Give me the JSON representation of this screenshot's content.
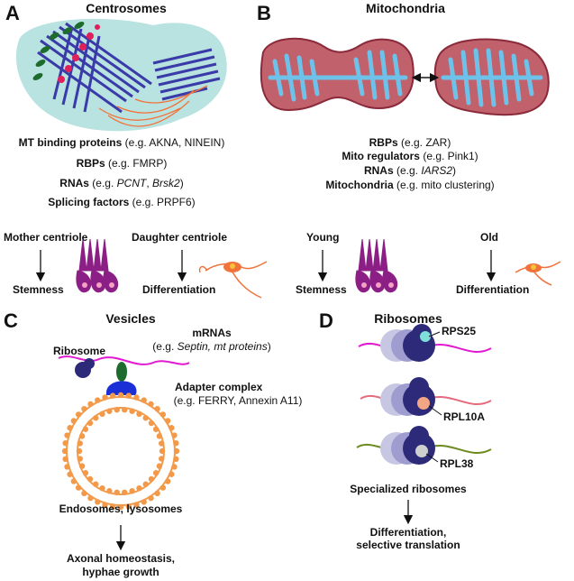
{
  "panelA": {
    "letter": "A",
    "title": "Centrosomes",
    "lines": [
      {
        "bold": "MT binding proteins",
        "rest": " (e.g. AKNA, NINEIN)"
      },
      {
        "bold": "RBPs",
        "rest": " (e.g. FMRP)"
      },
      {
        "bold": "RNAs",
        "rest_pre": " (e.g. ",
        "it1": "PCNT",
        "mid": ", ",
        "it2": "Brsk2",
        "rest_post": ")"
      },
      {
        "bold": "Splicing factors",
        "rest": " (e.g. PRPF6)"
      }
    ],
    "mother": "Mother centriole",
    "daughter": "Daughter centriole",
    "stemness": "Stemness",
    "differentiation": "Differentiation"
  },
  "panelB": {
    "letter": "B",
    "title": "Mitochondria",
    "lines": [
      {
        "bold": "RBPs",
        "rest": " (e.g. ZAR)"
      },
      {
        "bold": "Mito regulators",
        "rest": " (e.g. Pink1)"
      },
      {
        "bold": "RNAs",
        "rest_pre": " (e.g. ",
        "it": "IARS2",
        "rest_post": ")"
      },
      {
        "bold": "Mitochondria",
        "rest": " (e.g. mito clustering)"
      }
    ],
    "young": "Young",
    "old": "Old",
    "stemness": "Stemness",
    "differentiation": "Differentiation"
  },
  "panelC": {
    "letter": "C",
    "title": "Vesicles",
    "mrnas": "mRNAs",
    "mrnas_eg_pre": "(e.g. ",
    "mrnas_eg_it": "Septin, mt proteins",
    "mrnas_eg_post": ")",
    "ribosome": "Ribosome",
    "adapter": "Adapter complex",
    "adapter_eg": "(e.g. FERRY, Annexin A11)",
    "endosomes": "Endosomes, lysosomes",
    "outcome1": "Axonal homeostasis,",
    "outcome2": "hyphae growth"
  },
  "panelD": {
    "letter": "D",
    "title": "Ribosomes",
    "labels": [
      "RPS25",
      "RPL10A",
      "RPL38"
    ],
    "specialized": "Specialized ribosomes",
    "outcome1": "Differentiation,",
    "outcome2": "selective translation"
  },
  "colors": {
    "tubule": "#3a3aa8",
    "cell_bg": "#b9e3e0",
    "mito_fill": "#c0616b",
    "mito_cristae": "#6ec2ea",
    "neuron": "#8c1f86",
    "hypha": "#f2733a",
    "vesicle": "#f39a4a",
    "ribosome_dark": "#2d2a7a",
    "mrna_magenta": "#e11ad2",
    "mrna_pink": "#e46a7c",
    "mrna_green": "#6d8a1f"
  }
}
